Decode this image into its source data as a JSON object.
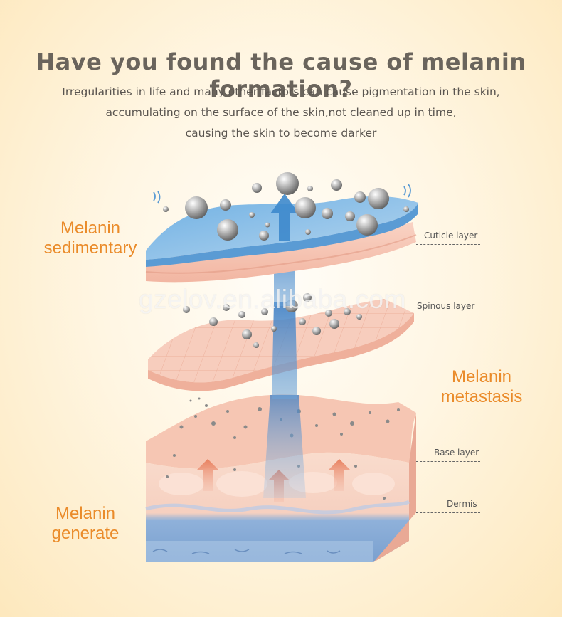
{
  "header": {
    "title": "Have you found the cause of melanin formation?",
    "subtitle_lines": [
      "Irregularities in life and many other factors can cause pigmentation in the skin,",
      "accumulating on the surface of the skin,not cleaned up in time,",
      "causing the skin to become darker"
    ]
  },
  "phases": {
    "sedimentary": [
      "Melanin",
      "sedimentary"
    ],
    "metastasis": [
      "Melanin",
      "metastasis"
    ],
    "generate": [
      "Melanin",
      "generate"
    ]
  },
  "layers": {
    "cuticle": "Cuticle layer",
    "spinous": "Spinous layer",
    "base": "Base layer",
    "dermis": "Dermis"
  },
  "watermark": "gzelov.en.alibaba.com",
  "colors": {
    "accent_orange": "#ea8b2a",
    "title_gray": "#6a645c",
    "skin_pink": "#f6c9b8",
    "cuticle_blue": "#7fb7e2",
    "dermis_blue": "#7fa8d6"
  }
}
